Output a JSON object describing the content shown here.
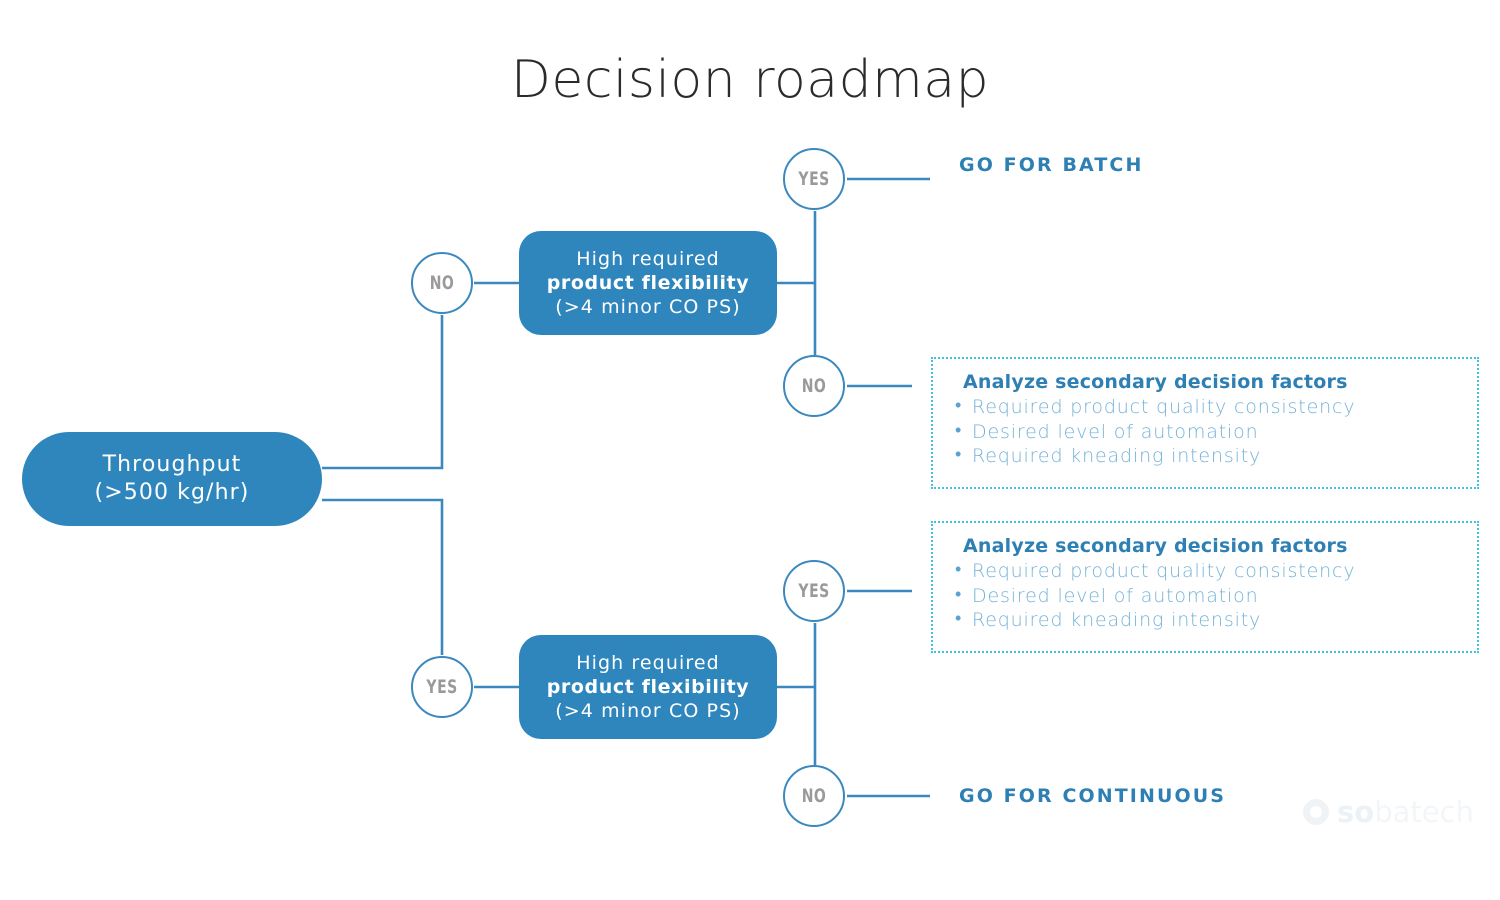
{
  "page": {
    "title": "Decision roadmap",
    "background_color": "#ffffff"
  },
  "colors": {
    "box_blue": "#2e86bd",
    "line_blue": "#3a88be",
    "accent_text_blue": "#2d7fb4",
    "bullet_blue": "#74b2d6",
    "dotted_border_cyan": "#3fc3e0",
    "circle_text_gray": "#9a9a9a",
    "title_gray": "#2b2b2b"
  },
  "nodes": {
    "root": {
      "line1": "Throughput",
      "line2": "(>500 kg/hr)"
    },
    "flex_top": {
      "line1": "High required",
      "line2": "product flexibility",
      "line3": "(>4 minor CO PS)"
    },
    "flex_bottom": {
      "line1": "High required",
      "line2": "product flexibility",
      "line3": "(>4 minor CO PS)"
    }
  },
  "decisions": {
    "root_no": "NO",
    "root_yes": "YES",
    "branch1_yes": "YES",
    "branch1_no": "NO",
    "branch2_yes": "YES",
    "branch2_no": "NO"
  },
  "outcomes": {
    "batch": "GO FOR BATCH",
    "continuous": "GO FOR CONTINUOUS"
  },
  "factors_top": {
    "title": "Analyze secondary decision factors",
    "items": [
      "Required product quality consistency",
      "Desired level of automation",
      "Required kneading intensity"
    ]
  },
  "factors_bottom": {
    "title": "Analyze secondary decision factors",
    "items": [
      "Required product quality consistency",
      "Desired level of automation",
      "Required kneading intensity"
    ]
  },
  "watermark": {
    "brand_part1": "so",
    "brand_part2": "batech"
  }
}
